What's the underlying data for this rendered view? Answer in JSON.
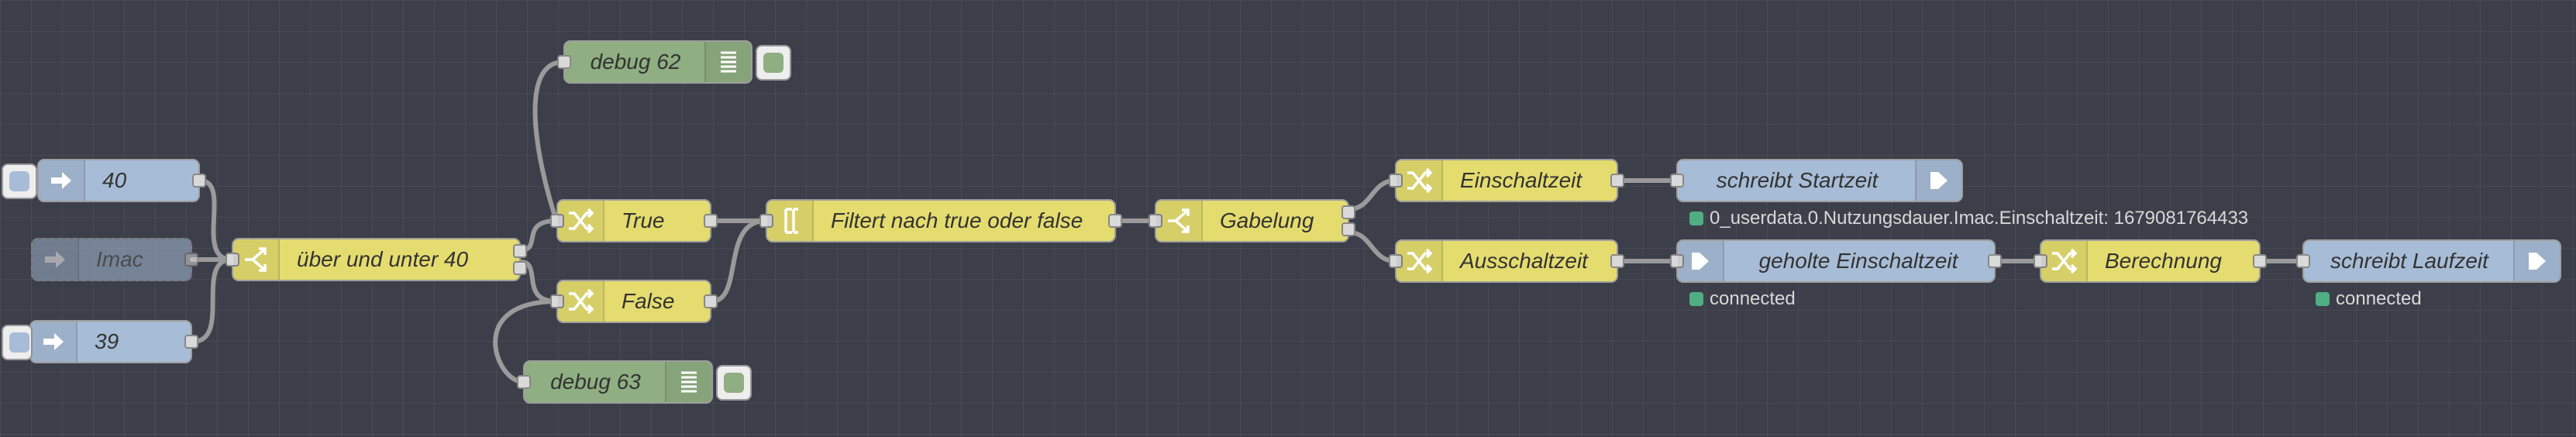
{
  "nodes": {
    "inject_40": {
      "label": "40"
    },
    "inject_imac": {
      "label": "Imac"
    },
    "inject_39": {
      "label": "39"
    },
    "switch_range": {
      "label": "über und unter 40"
    },
    "change_true": {
      "label": "True"
    },
    "change_false": {
      "label": "False"
    },
    "debug_62": {
      "label": "debug 62"
    },
    "debug_63": {
      "label": "debug 63"
    },
    "function_filter": {
      "label": "Filtert nach true oder false"
    },
    "switch_gabelung": {
      "label": "Gabelung"
    },
    "change_einschaltzeit": {
      "label": "Einschaltzeit"
    },
    "change_ausschaltzeit": {
      "label": "Ausschaltzeit"
    },
    "out_startzeit": {
      "label": "schreibt Startzeit",
      "status": "0_userdata.0.Nutzungsdauer.Imac.Einschaltzeit: 1679081764433"
    },
    "get_einschaltzeit": {
      "label": "geholte Einschaltzeit",
      "status": "connected"
    },
    "change_berechnung": {
      "label": "Berechnung"
    },
    "out_laufzeit": {
      "label": "schreibt Laufzeit",
      "status": "connected"
    }
  },
  "colors": {
    "canvas": "#3c3f49",
    "function_node": "#e4dc6f",
    "io_node": "#a7bcd6",
    "debug_node": "#8fae82",
    "status_connected": "#4fae82",
    "wire": "#9a9a9a"
  },
  "icons": {
    "inject": "arrow-right-icon",
    "switch": "switch-fork-icon",
    "change": "shuffle-icon",
    "function": "bracket-icon",
    "debug": "list-icon",
    "iobroker_out": "arrow-out-icon"
  }
}
